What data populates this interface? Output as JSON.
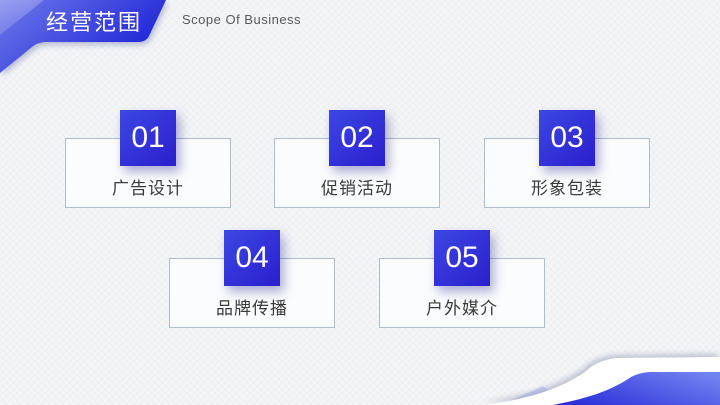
{
  "slide": {
    "header": {
      "title_cn": "经营范围",
      "title_en": "Scope Of Business"
    },
    "items": [
      {
        "number": "01",
        "label": "广告设计"
      },
      {
        "number": "02",
        "label": "促销活动"
      },
      {
        "number": "03",
        "label": "形象包装"
      },
      {
        "number": "04",
        "label": "品牌传播"
      },
      {
        "number": "05",
        "label": "户外媒介"
      }
    ],
    "colors": {
      "banner_gradient_start": "#6d79ea",
      "banner_gradient_end": "#1f24d6",
      "corner_triangle_start": "#99a1f1",
      "corner_triangle_end": "#6a74e6",
      "square_gradient_start": "#3c47e2",
      "square_gradient_end": "#2a1fce",
      "swoosh_gradient_start": "#2a2ed8",
      "swoosh_gradient_end": "#7282f0",
      "lavender_accent": "#b3baf2",
      "card_border": "#aebdce",
      "title_en_color": "#595959",
      "label_color": "#3a3a3a"
    }
  }
}
